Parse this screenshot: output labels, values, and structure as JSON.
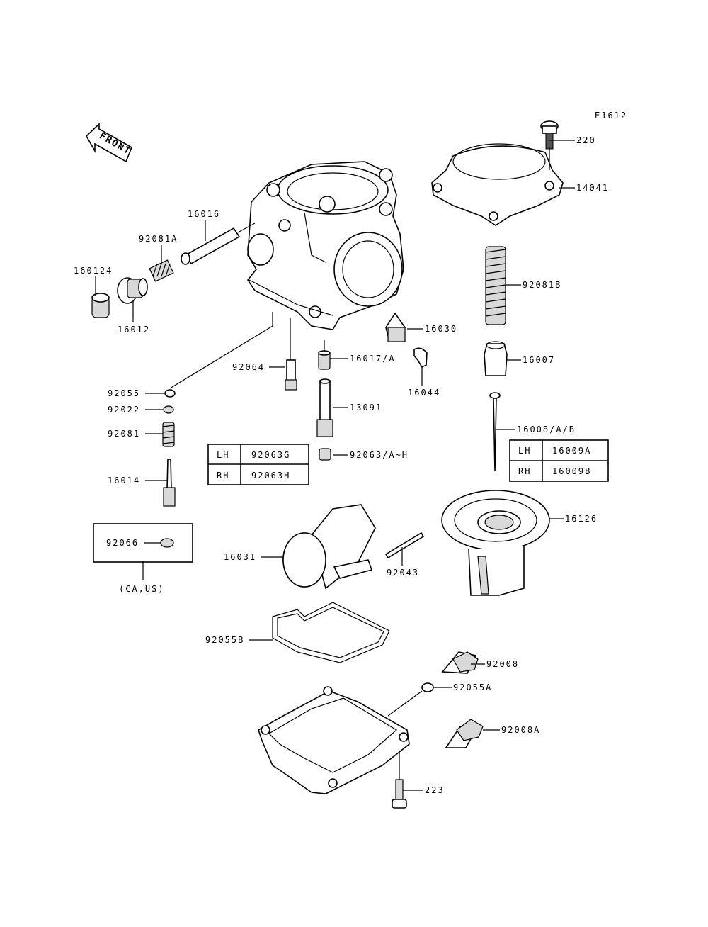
{
  "diagram_code": "E1612",
  "front_label": "FRONT",
  "parts": {
    "p220": "220",
    "p14041": "14041",
    "p92081B": "92081B",
    "p16007": "16007",
    "p16008": "16008/A/B",
    "p16126": "16126",
    "p16016": "16016",
    "p92081A": "92081A",
    "p160124": "160124",
    "p16012": "16012",
    "p16030": "16030",
    "p16017": "16017/A",
    "p16044": "16044",
    "p92064": "92064",
    "p13091": "13091",
    "p92055": "92055",
    "p92022": "92022",
    "p92081": "92081",
    "p16014": "16014",
    "p92063": "92063/A~H",
    "p92066": "92066",
    "p16031": "16031",
    "p92043": "92043",
    "p92055B": "92055B",
    "p92008": "92008",
    "p92055A": "92055A",
    "p92008A": "92008A",
    "p223": "223"
  },
  "ca_us_note": "(CA,US)",
  "table_left": {
    "rows": [
      {
        "side": "LH",
        "part": "92063G"
      },
      {
        "side": "RH",
        "part": "92063H"
      }
    ]
  },
  "table_right": {
    "rows": [
      {
        "side": "LH",
        "part": "16009A"
      },
      {
        "side": "RH",
        "part": "16009B"
      }
    ]
  }
}
